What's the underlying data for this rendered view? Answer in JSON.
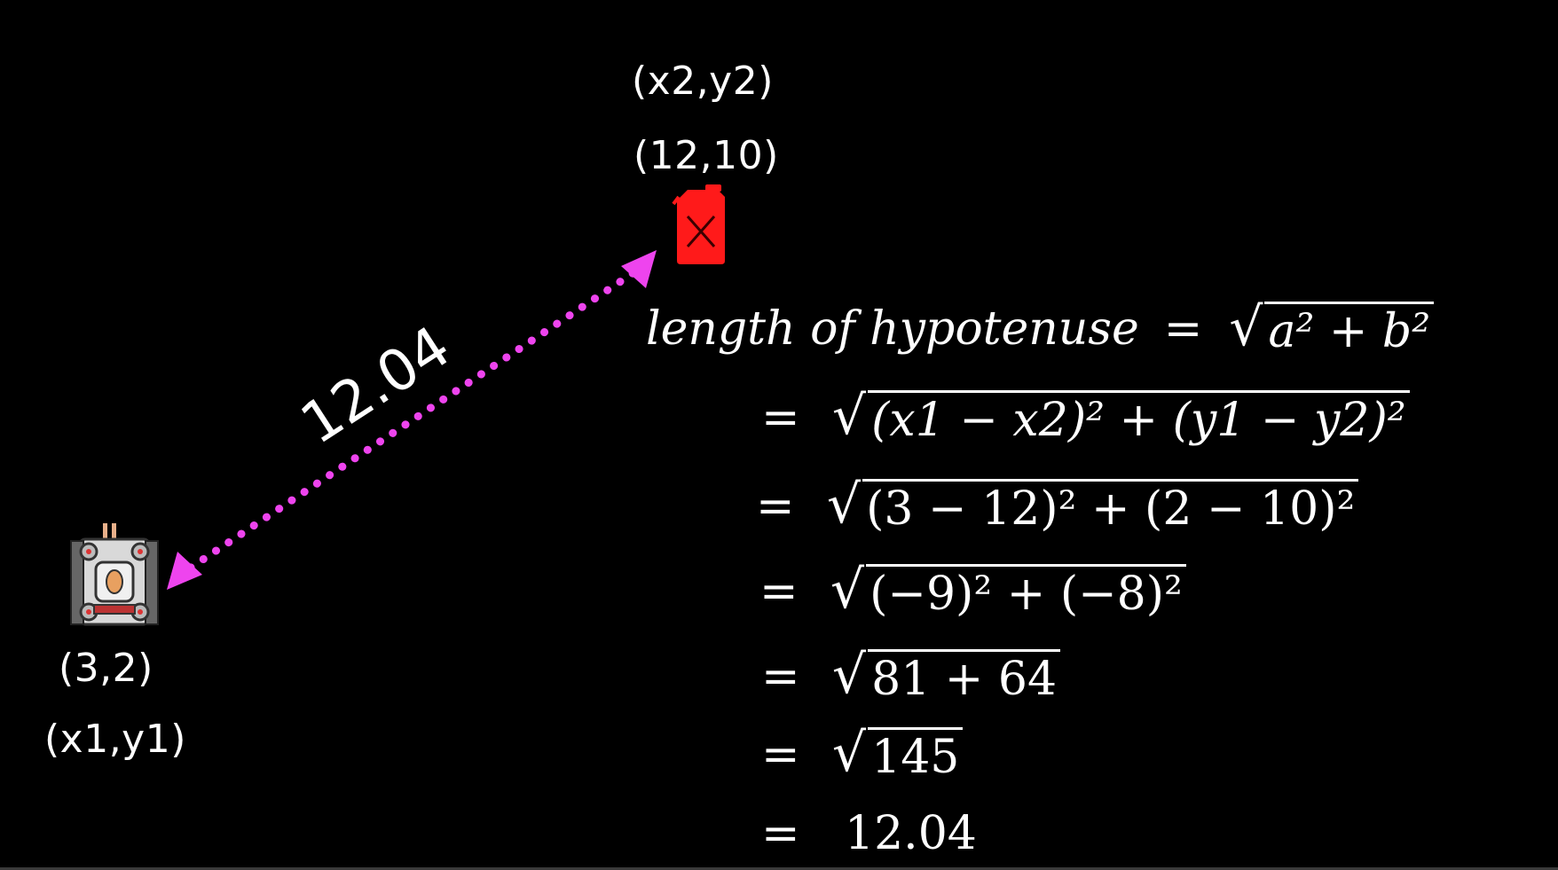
{
  "points": {
    "p2_label": "(x2,y2)",
    "p2_value": "(12,10)",
    "p1_value": "(3,2)",
    "p1_label": "(x1,y1)"
  },
  "distance_label": "12.04",
  "colors": {
    "arrow": "#ee44ee",
    "fuel_can": "#ff1a1a",
    "background": "#000000",
    "text": "#ffffff"
  },
  "icons": {
    "target": "fuel-can-icon",
    "player": "tank-icon"
  },
  "equations": {
    "line1_lhs": "length of hypotenuse",
    "line1_eq": "=",
    "line1_rhs": "a² + b²",
    "eq": "=",
    "line2": "(x1 − x2)² + (y1 − y2)²",
    "line3": "(3 − 12)² + (2 − 10)²",
    "line4": "(−9)² + (−8)²",
    "line5": "81 + 64",
    "line6": "145",
    "line7": "12.04"
  }
}
